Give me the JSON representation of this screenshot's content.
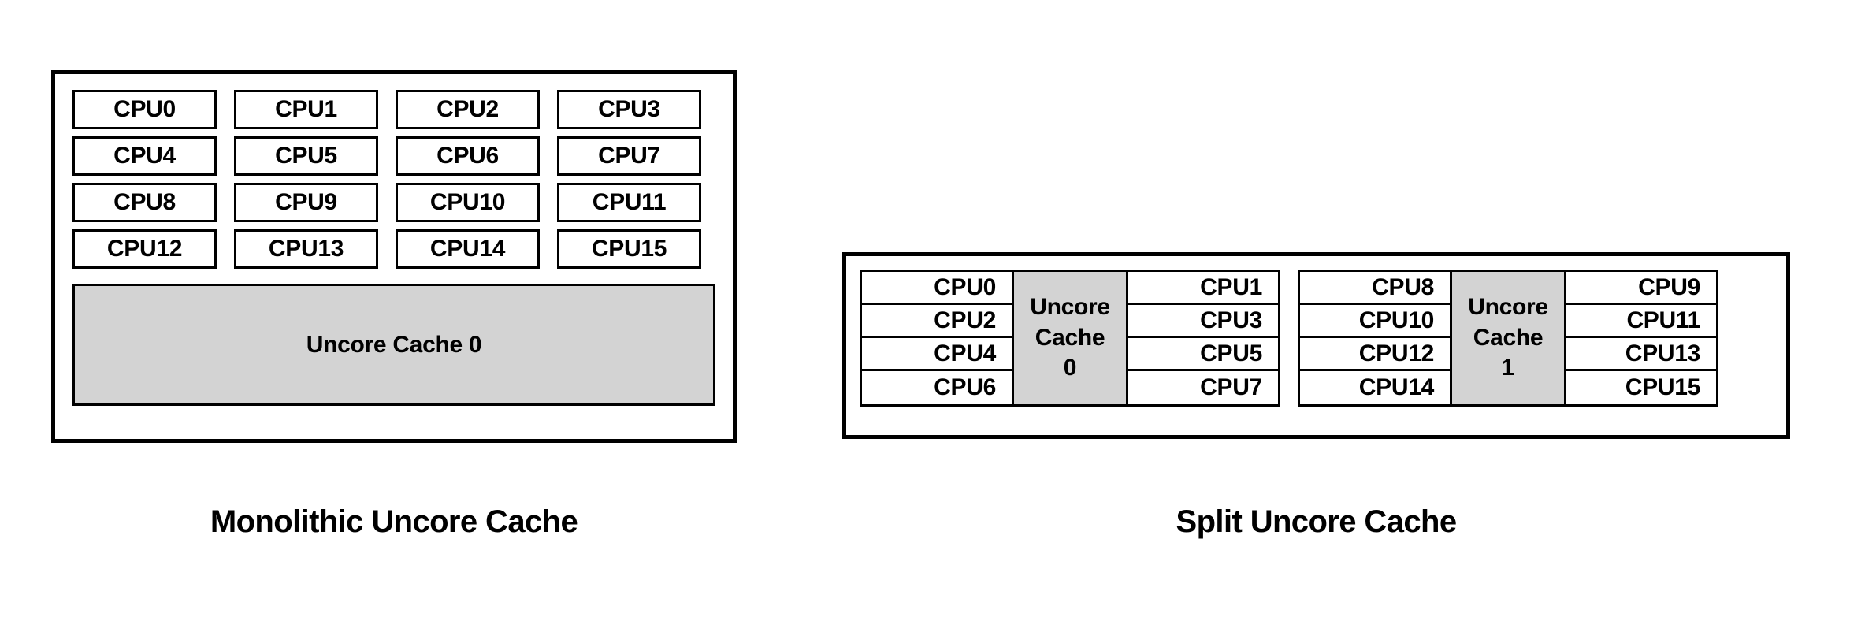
{
  "figure": {
    "background_color": "#ffffff",
    "line_color": "#000000",
    "cache_fill_color": "#d3d3d3"
  },
  "monolithic": {
    "caption": "Monolithic Uncore Cache",
    "cpus": [
      "CPU0",
      "CPU1",
      "CPU2",
      "CPU3",
      "CPU4",
      "CPU5",
      "CPU6",
      "CPU7",
      "CPU8",
      "CPU9",
      "CPU10",
      "CPU11",
      "CPU12",
      "CPU13",
      "CPU14",
      "CPU15"
    ],
    "cache_label": "Uncore Cache 0"
  },
  "split": {
    "caption": "Split Uncore Cache",
    "clusters": [
      {
        "left_cpus": [
          "CPU0",
          "CPU2",
          "CPU4",
          "CPU6"
        ],
        "cache_line1": "Uncore",
        "cache_line2": "Cache",
        "cache_line3": "0",
        "right_cpus": [
          "CPU1",
          "CPU3",
          "CPU5",
          "CPU7"
        ]
      },
      {
        "left_cpus": [
          "CPU8",
          "CPU10",
          "CPU12",
          "CPU14"
        ],
        "cache_line1": "Uncore",
        "cache_line2": "Cache",
        "cache_line3": "1",
        "right_cpus": [
          "CPU9",
          "CPU11",
          "CPU13",
          "CPU15"
        ]
      }
    ]
  }
}
